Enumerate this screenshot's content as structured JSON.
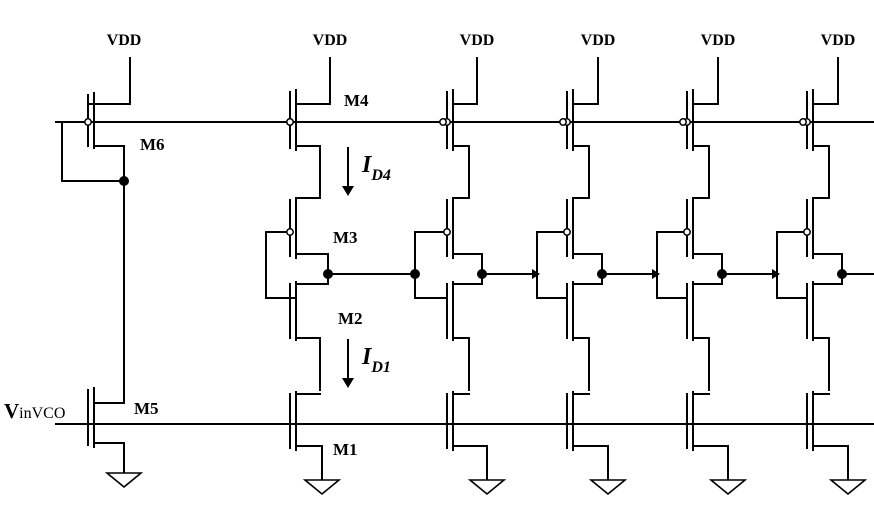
{
  "supply_label": "VDD",
  "transistor_labels": {
    "m1": "M1",
    "m2": "M2",
    "m3": "M3",
    "m4": "M4",
    "m5": "M5",
    "m6": "M6"
  },
  "current_labels": {
    "id4_main": "I",
    "id4_sub": "D4",
    "id1_main": "I",
    "id1_sub": "D1"
  },
  "input_label": {
    "main": "V",
    "sub": "inVCO"
  }
}
